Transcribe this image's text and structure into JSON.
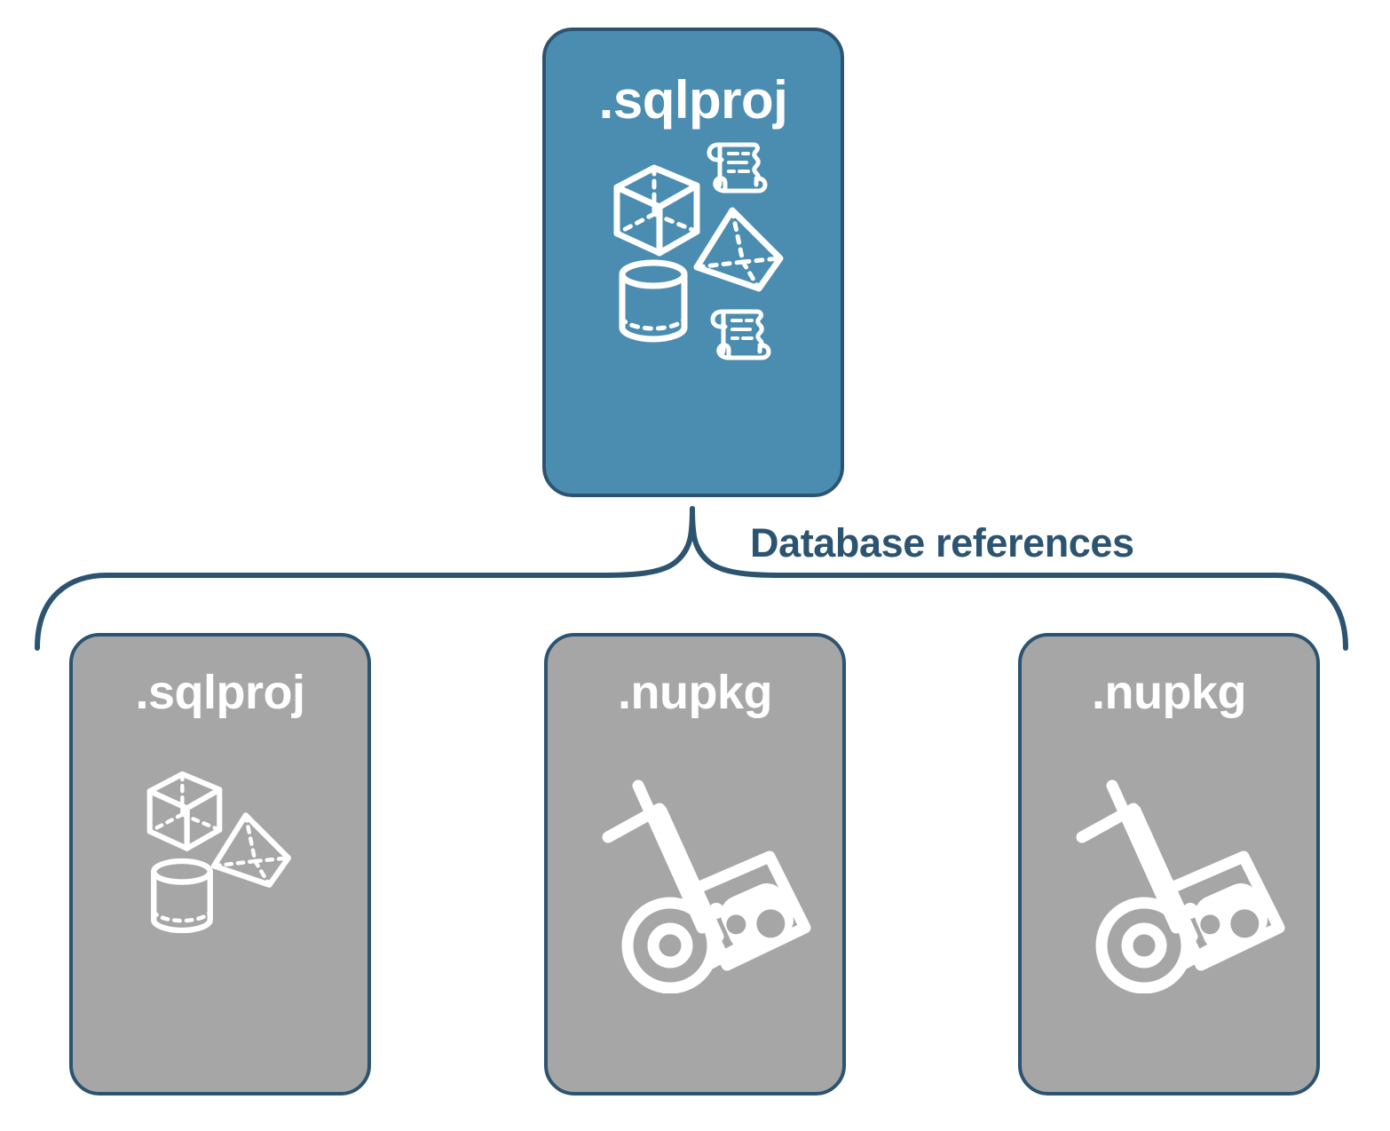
{
  "diagram": {
    "title": "Database references",
    "colors": {
      "primary_fill": "#4A8DB0",
      "secondary_fill": "#A6A6A6",
      "stroke": "#2C5470",
      "icon": "#FFFFFF",
      "background": "#FFFFFF"
    },
    "connector": {
      "type": "curly-brace",
      "label": "Database references",
      "from": "sqlproj-root",
      "to": [
        "sqlproj-reference",
        "nupkg-reference-1",
        "nupkg-reference-2"
      ]
    },
    "root": {
      "id": "sqlproj-root",
      "label": ".sqlproj",
      "fill": "#4A8DB0",
      "icons": [
        "cube-icon",
        "scroll-icon",
        "pyramid-icon",
        "cylinder-icon",
        "scroll-icon"
      ]
    },
    "children": [
      {
        "id": "sqlproj-reference",
        "label": ".sqlproj",
        "fill": "#A6A6A6",
        "icons": [
          "cube-icon",
          "pyramid-icon",
          "cylinder-icon"
        ]
      },
      {
        "id": "nupkg-reference-1",
        "label": ".nupkg",
        "fill": "#A6A6A6",
        "icons": [
          "hand-truck-package-icon"
        ]
      },
      {
        "id": "nupkg-reference-2",
        "label": ".nupkg",
        "fill": "#A6A6A6",
        "icons": [
          "hand-truck-package-icon"
        ]
      }
    ]
  }
}
